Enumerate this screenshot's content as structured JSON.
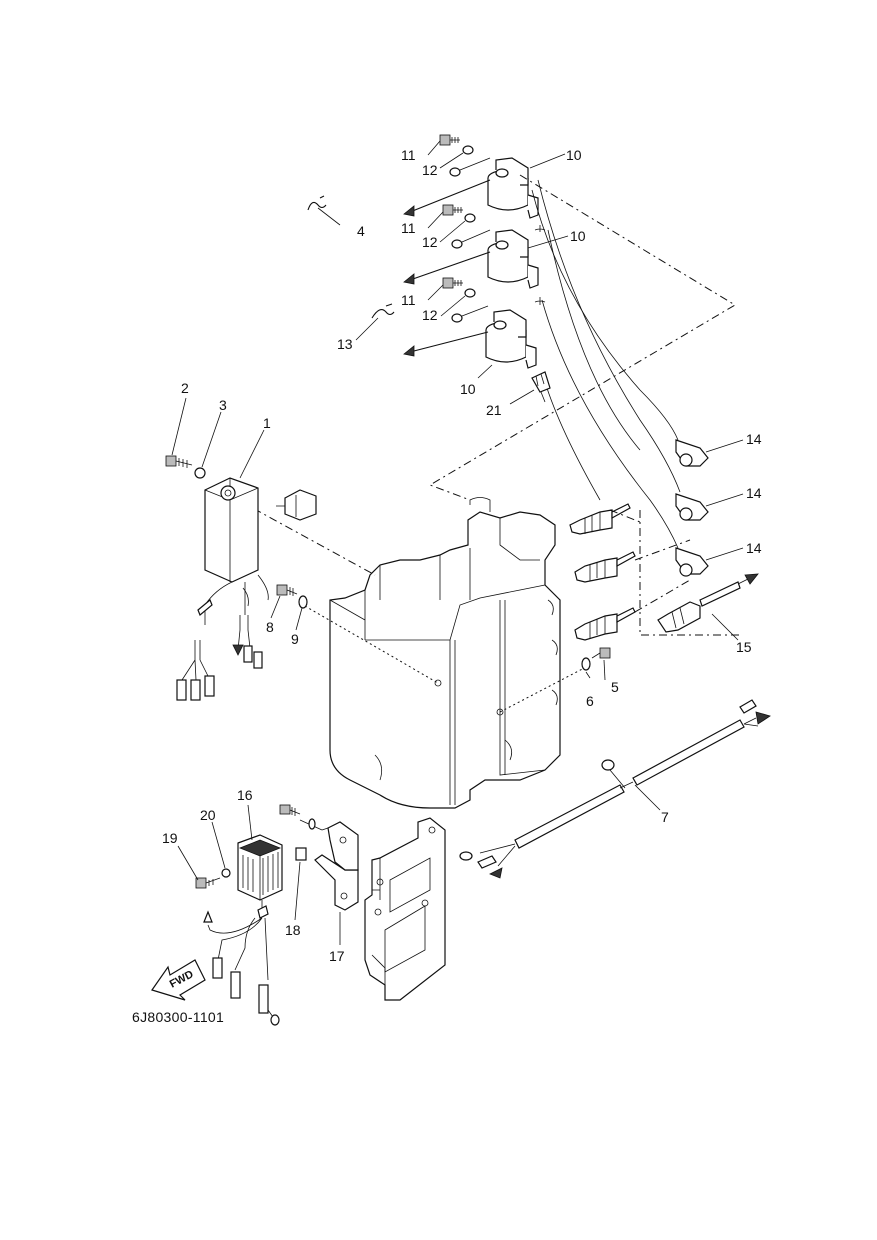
{
  "diagram": {
    "reference_code": "6J80300-1101",
    "fwd_label": "FWD",
    "callouts": [
      {
        "id": "c1",
        "text": "1"
      },
      {
        "id": "c2",
        "text": "2"
      },
      {
        "id": "c3",
        "text": "3"
      },
      {
        "id": "c4",
        "text": "4"
      },
      {
        "id": "c5",
        "text": "5"
      },
      {
        "id": "c6",
        "text": "6"
      },
      {
        "id": "c7",
        "text": "7"
      },
      {
        "id": "c8",
        "text": "8"
      },
      {
        "id": "c9",
        "text": "9"
      },
      {
        "id": "c10a",
        "text": "10"
      },
      {
        "id": "c10b",
        "text": "10"
      },
      {
        "id": "c10c",
        "text": "10"
      },
      {
        "id": "c11a",
        "text": "11"
      },
      {
        "id": "c11b",
        "text": "11"
      },
      {
        "id": "c11c",
        "text": "11"
      },
      {
        "id": "c12a",
        "text": "12"
      },
      {
        "id": "c12b",
        "text": "12"
      },
      {
        "id": "c12c",
        "text": "12"
      },
      {
        "id": "c13",
        "text": "13"
      },
      {
        "id": "c14a",
        "text": "14"
      },
      {
        "id": "c14b",
        "text": "14"
      },
      {
        "id": "c14c",
        "text": "14"
      },
      {
        "id": "c15",
        "text": "15"
      },
      {
        "id": "c16",
        "text": "16"
      },
      {
        "id": "c17",
        "text": "17"
      },
      {
        "id": "c18",
        "text": "18"
      },
      {
        "id": "c19",
        "text": "19"
      },
      {
        "id": "c20",
        "text": "20"
      },
      {
        "id": "c21",
        "text": "21"
      }
    ]
  }
}
